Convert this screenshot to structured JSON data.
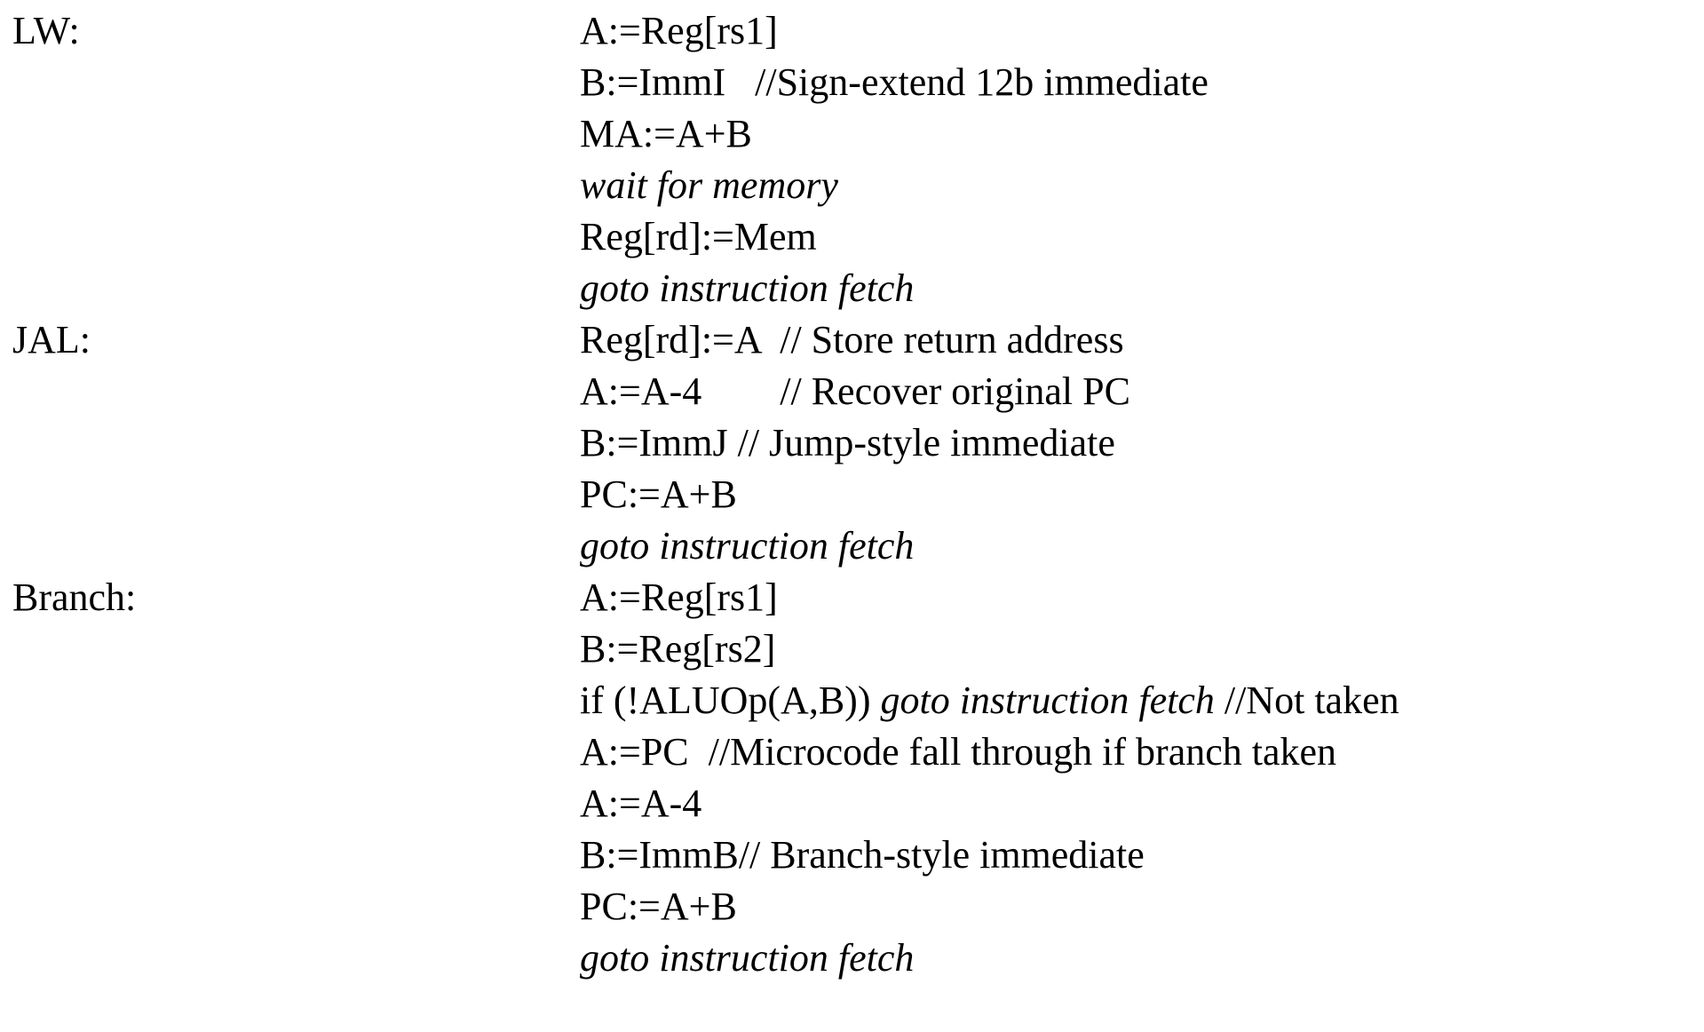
{
  "sections": [
    {
      "label": "LW:",
      "lines": [
        [
          {
            "text": "A:=Reg[rs1]"
          }
        ],
        [
          {
            "text": "B:=ImmI   //Sign-extend 12b immediate"
          }
        ],
        [
          {
            "text": "MA:=A+B"
          }
        ],
        [
          {
            "text": "wait for memory",
            "italic": true
          }
        ],
        [
          {
            "text": "Reg[rd]:=Mem"
          }
        ],
        [
          {
            "text": "goto instruction fetch",
            "italic": true
          }
        ]
      ]
    },
    {
      "label": "JAL:",
      "lines": [
        [
          {
            "text": "Reg[rd]:=A  // Store return address"
          }
        ],
        [
          {
            "text": "A:=A-4        // Recover original PC"
          }
        ],
        [
          {
            "text": "B:=ImmJ // Jump-style immediate"
          }
        ],
        [
          {
            "text": "PC:=A+B"
          }
        ],
        [
          {
            "text": "goto instruction fetch",
            "italic": true
          }
        ]
      ]
    },
    {
      "label": "Branch:",
      "lines": [
        [
          {
            "text": "A:=Reg[rs1]"
          }
        ],
        [
          {
            "text": "B:=Reg[rs2]"
          }
        ],
        [
          {
            "text": "if (!ALUOp(A,B)) "
          },
          {
            "text": "goto instruction fetch",
            "italic": true
          },
          {
            "text": " //Not taken"
          }
        ],
        [
          {
            "text": "A:=PC  //Microcode fall through if branch taken"
          }
        ],
        [
          {
            "text": "A:=A-4"
          }
        ],
        [
          {
            "text": "B:=ImmB// Branch-style immediate"
          }
        ],
        [
          {
            "text": "PC:=A+B"
          }
        ],
        [
          {
            "text": "goto instruction fetch",
            "italic": true
          }
        ]
      ]
    }
  ]
}
